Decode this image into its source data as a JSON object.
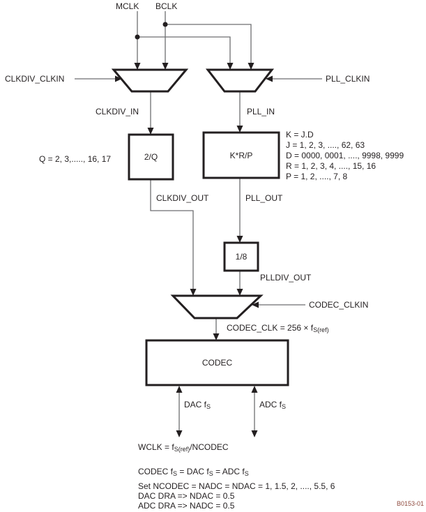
{
  "signals": {
    "mclk": "MCLK",
    "bclk": "BCLK",
    "clkdiv_clkin": "CLKDIV_CLKIN",
    "pll_clkin": "PLL_CLKIN",
    "clkdiv_in": "CLKDIV_IN",
    "pll_in": "PLL_IN",
    "clkdiv_out": "CLKDIV_OUT",
    "pll_out": "PLL_OUT",
    "plldiv_out": "PLLDIV_OUT",
    "codec_clkin": "CODEC_CLKIN"
  },
  "blocks": {
    "clkdiv": {
      "label": "2/Q",
      "note": "Q = 2, 3,....., 16, 17"
    },
    "pll": {
      "label": "K*R/P",
      "params": [
        "K = J.D",
        "J = 1, 2, 3, ...., 62, 63",
        "D = 0000, 0001, ...., 9998, 9999",
        "R = 1, 2, 3, 4, ...., 15, 16",
        "P = 1, 2, ...., 7, 8"
      ]
    },
    "plldiv": {
      "label": "1/8"
    },
    "codec": {
      "label": "CODEC"
    }
  },
  "formulas": {
    "codec_clk": {
      "text": "CODEC_CLK = 256 × f",
      "sub": "S(ref)"
    },
    "dac_fs": {
      "text": "DAC f",
      "sub": "S"
    },
    "adc_fs": {
      "text": "ADC f",
      "sub": "S"
    },
    "wclk": {
      "text": "WCLK = f",
      "sub": "S(ref)",
      "post": "/NCODEC"
    },
    "notes": {
      "line1": {
        "p1": "CODEC f",
        "s1": "S",
        "p2": " = DAC f",
        "s2": "S",
        "p3": " = ADC f",
        "s3": "S"
      },
      "line2": "Set NCODEC = NADC = NDAC = 1, 1.5, 2, ...., 5.5, 6",
      "line3": "DAC DRA => NDAC = 0.5",
      "line4": "ADC DRA => NADC = 0.5"
    }
  },
  "figure_id": "B0153-01",
  "colors": {
    "wire": "#6d6e71",
    "shape": "#231f20",
    "text": "#231f20",
    "figure_id": "#8f4a3e"
  }
}
